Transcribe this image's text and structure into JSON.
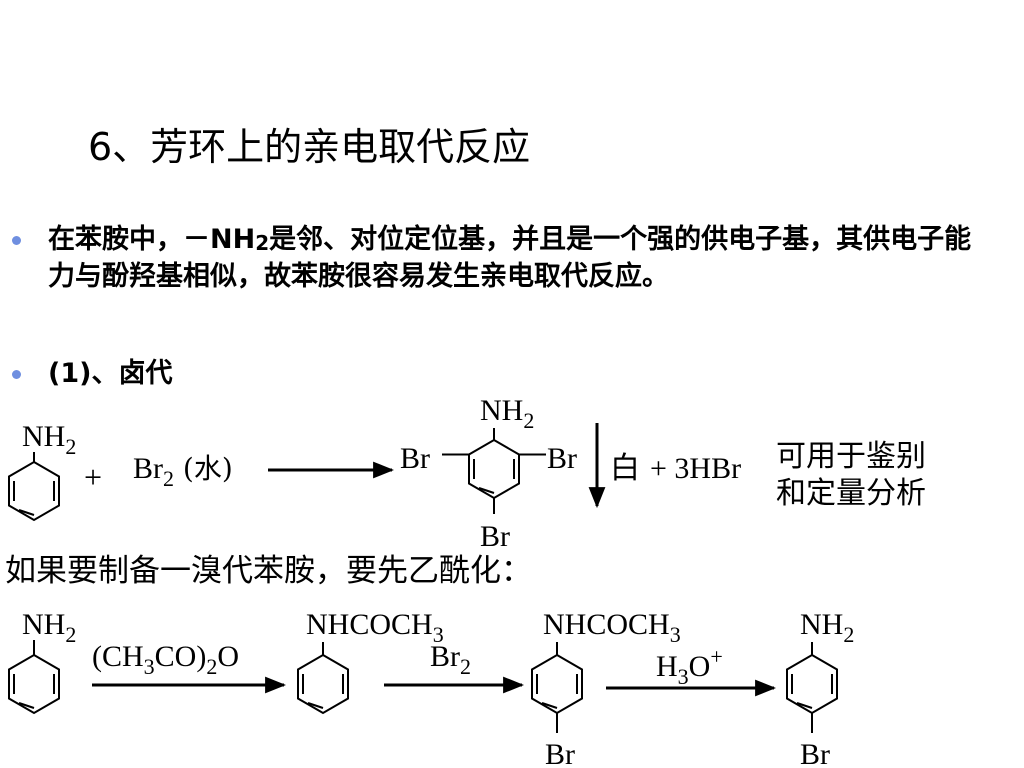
{
  "slide": {
    "title": "6、芳环上的亲电取代反应",
    "bullet1": {
      "text_before": "在苯胺中，－NH",
      "sub": "2",
      "text_after": "是邻、对位定位基，并且是一个强的供电子基，其供电子能力与酚羟基相似，故苯胺很容易发生亲电取代反应。"
    },
    "bullet2": "(1)、卤代",
    "note": "如果要制备一溴代苯胺，要先乙酰化：",
    "bullet_color": "#6f8fe0"
  },
  "reaction1": {
    "reactant_label": "NH2",
    "plus": "+",
    "reagent": "Br2 (水)",
    "product_top": "NH2",
    "product_left": "Br",
    "product_right": "Br",
    "product_bottom": "Br",
    "precipitate": "白",
    "byproduct": "+ 3HBr",
    "comment_line1": "可用于鉴别",
    "comment_line2": "和定量分析"
  },
  "reaction2": {
    "start_label": "NH2",
    "reagent1": "(CH3CO)2O",
    "intermediate1_label": "NHCOCH3",
    "reagent2": "Br2",
    "intermediate2_label": "NHCOCH3",
    "intermediate2_bottom": "Br",
    "reagent3": "H3O+",
    "product_label": "NH2",
    "product_bottom": "Br"
  }
}
